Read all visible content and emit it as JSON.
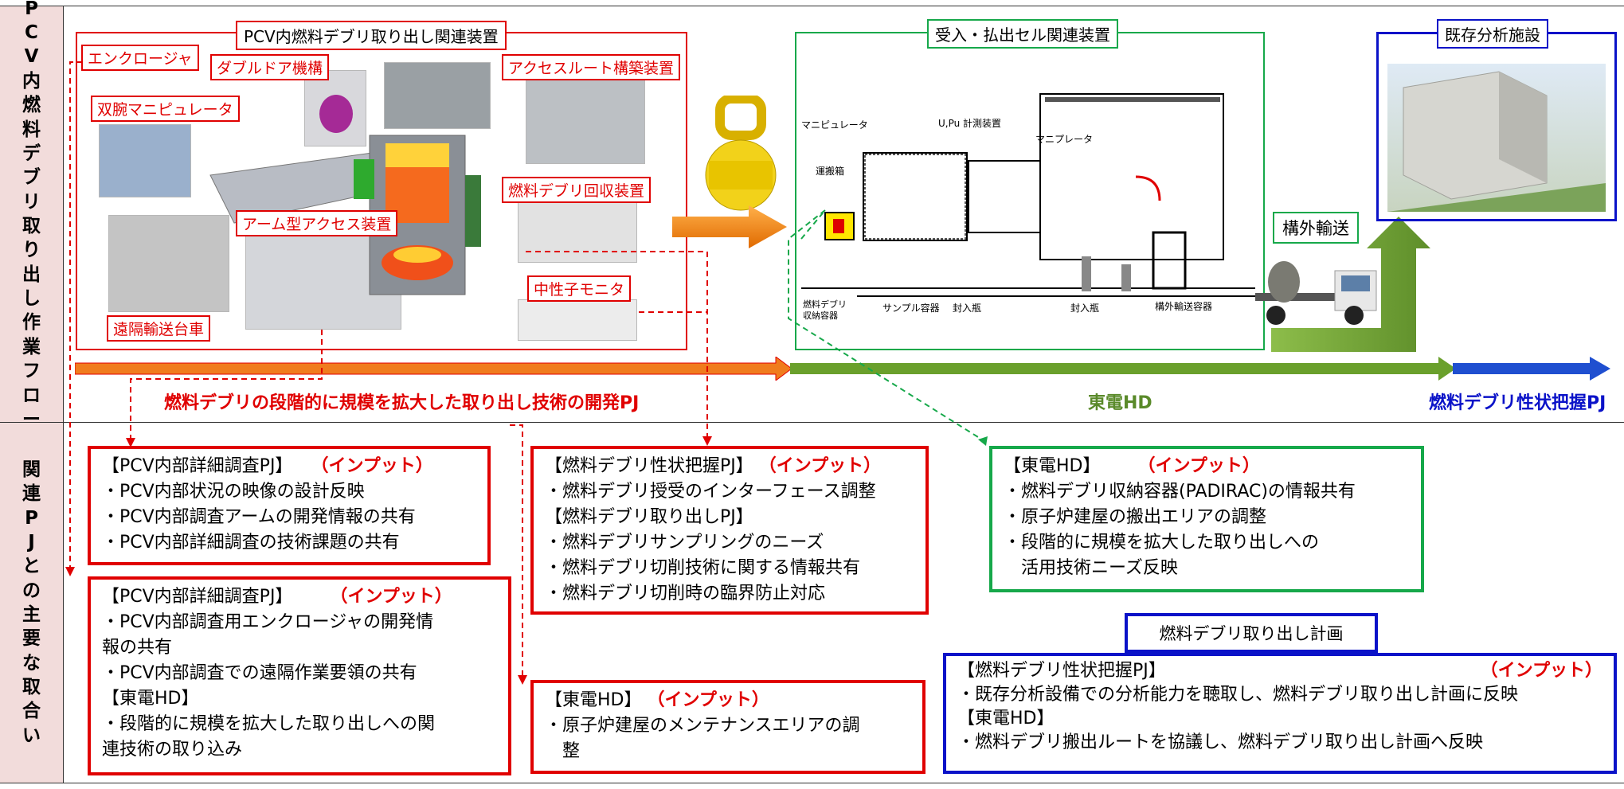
{
  "row_labels": {
    "top": [
      "P",
      "C",
      "V",
      "内",
      "燃",
      "料",
      "デ",
      "ブ",
      "リ",
      "取",
      "り",
      "出",
      "し",
      "作",
      "業",
      "フ",
      "ロ",
      "ー"
    ],
    "bottom": [
      "関",
      "連",
      "P",
      "J",
      "と",
      "の",
      "主",
      "要",
      "な",
      "取",
      "合",
      "い"
    ]
  },
  "pcv_section": {
    "title": "PCV内燃料デブリ取り出し関連装置",
    "tags": {
      "enclosure": "エンクロージャ",
      "double_door": "ダブルドア機構",
      "access_route": "アクセスルート構築装置",
      "dual_arm": "双腕マニピュレータ",
      "debris_recovery": "燃料デブリ回収装置",
      "arm_access": "アーム型アクセス装置",
      "neutron_monitor": "中性子モニタ",
      "remote_cart": "遠隔輸送台車"
    }
  },
  "cell_section": {
    "title": "受入・払出セル関連装置",
    "labels": {
      "manipulator1": "マニピュレータ",
      "u_pu": "U,Pu 計測装置",
      "manipulator2": "マニプレータ",
      "carry_box": "運搬箱",
      "storage": "燃料デブリ\n収納容器",
      "sample": "サンプル容器",
      "seal1": "封入瓶",
      "seal2": "封入瓶",
      "offsite_container": "構外輸送容器"
    }
  },
  "transport_label": "構外輸送",
  "facility_title": "既存分析施設",
  "flow": {
    "label_red": "燃料デブリの段階的に規模を拡大した取り出し技術の開発PJ",
    "label_green": "東電HD",
    "label_blue": "燃料デブリ性状把握PJ",
    "colors": {
      "red": "#e00000",
      "green": "#5a8a2a",
      "blue": "#0a12c8"
    }
  },
  "boxes": {
    "b1": {
      "header": "【PCV内部詳細調査PJ】",
      "input": "（インプット）",
      "lines": [
        "・PCV内部状況の映像の設計反映",
        "・PCV内部調査アームの開発情報の共有",
        "・PCV内部詳細調査の技術課題の共有"
      ]
    },
    "b2": {
      "header": "【PCV内部詳細調査PJ】",
      "input": "（インプット）",
      "lines": [
        "・PCV内部調査用エンクロージャの開発情",
        "報の共有",
        "・PCV内部調査での遠隔作業要領の共有"
      ],
      "header2": "【東電HD】",
      "lines2": [
        "・段階的に規模を拡大した取り出しへの関",
        "連技術の取り込み"
      ]
    },
    "b3": {
      "header": "【燃料デブリ性状把握PJ】",
      "input": "（インプット）",
      "lines": [
        "・燃料デブリ授受のインターフェース調整"
      ],
      "header2": "【燃料デブリ取り出しPJ】",
      "lines2": [
        "・燃料デブリサンプリングのニーズ",
        "・燃料デブリ切削技術に関する情報共有",
        "・燃料デブリ切削時の臨界防止対応"
      ]
    },
    "b4": {
      "header": "【東電HD】",
      "input": "（インプット）",
      "lines": [
        "・原子炉建屋のメンテナンスエリアの調",
        "　整"
      ]
    },
    "b5": {
      "header": "【東電HD】",
      "input": "（インプット）",
      "lines": [
        "・燃料デブリ収納容器(PADIRAC)の情報共有",
        "・原子炉建屋の搬出エリアの調整",
        "・段階的に規模を拡大した取り出しへの",
        "　活用技術ニーズ反映"
      ]
    },
    "b6": {
      "title": "燃料デブリ取り出し計画",
      "header": "【燃料デブリ性状把握PJ】",
      "input": "（インプット）",
      "lines": [
        "・既存分析設備での分析能力を聴取し、燃料デブリ取り出し計画に反映"
      ],
      "header2": "【東電HD】",
      "lines2": [
        "・燃料デブリ搬出ルートを協議し、燃料デブリ取り出し計画へ反映"
      ]
    }
  }
}
